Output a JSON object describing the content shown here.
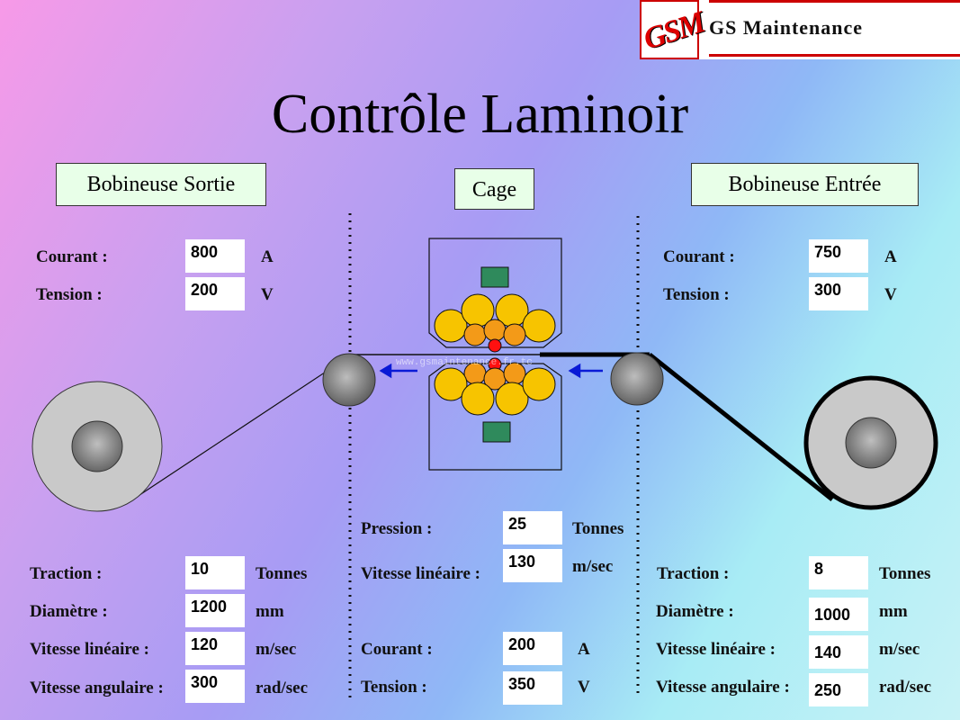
{
  "logo": {
    "mark": "GSM",
    "name": "GS Maintenance"
  },
  "title": "Contrôle Laminoir",
  "watermark": "www.gsmaintenance.fr.tc",
  "sections": {
    "left": "Bobineuse Sortie",
    "center": "Cage",
    "right": "Bobineuse Entrée"
  },
  "left_top": {
    "courant": {
      "label": "Courant :",
      "value": "800",
      "unit": "A"
    },
    "tension": {
      "label": "Tension :",
      "value": "200",
      "unit": "V"
    }
  },
  "right_top": {
    "courant": {
      "label": "Courant :",
      "value": "750",
      "unit": "A"
    },
    "tension": {
      "label": "Tension :",
      "value": "300",
      "unit": "V"
    }
  },
  "left_bottom": {
    "traction": {
      "label": "Traction :",
      "value": "10",
      "unit": "Tonnes"
    },
    "diametre": {
      "label": "Diamètre :",
      "value": "1200",
      "unit": "mm"
    },
    "vlin": {
      "label": "Vitesse linéaire :",
      "value": "120",
      "unit": "m/sec"
    },
    "vang": {
      "label": "Vitesse angulaire :",
      "value": "300",
      "unit": "rad/sec"
    }
  },
  "center_bottom": {
    "pression": {
      "label": "Pression :",
      "value": "25",
      "unit": "Tonnes"
    },
    "vlin": {
      "label": "Vitesse linéaire :",
      "value": "130",
      "unit": "m/sec"
    },
    "courant": {
      "label": "Courant :",
      "value": "200",
      "unit": "A"
    },
    "tension": {
      "label": "Tension :",
      "value": "350",
      "unit": "V"
    }
  },
  "right_bottom": {
    "traction": {
      "label": "Traction :",
      "value": "8",
      "unit": "Tonnes"
    },
    "diametre": {
      "label": "Diamètre :",
      "value": "1000",
      "unit": "mm"
    },
    "vlin": {
      "label": "Vitesse linéaire :",
      "value": "140",
      "unit": "m/sec"
    },
    "vang": {
      "label": "Vitesse angulaire :",
      "value": "250",
      "unit": "rad/sec"
    }
  },
  "colors": {
    "roll_large": "#f7c400",
    "roll_small": "#f39a18",
    "motor": "#2f8a5c",
    "arrow": "#0a1ad6",
    "panel_bg": "#e8ffe8"
  }
}
